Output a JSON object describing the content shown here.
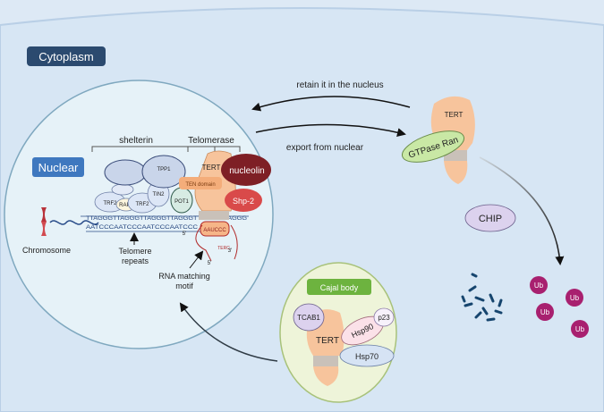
{
  "cytoplasm_label": "Cytoplasm",
  "nuclear_label": "Nuclear",
  "arrows": {
    "retain": "retain it in the nucleus",
    "export": "export from nuclear"
  },
  "shelterin": {
    "title": "shelterin",
    "trf2_left": "TRF2",
    "rap1": "RAP1",
    "trf2_right": "TRF2",
    "tin2": "TIN2",
    "tpp1": "TPP1",
    "pot1": "POT1"
  },
  "telomerase": {
    "title": "Telomerase",
    "tert": "TERT",
    "ten_domain": "TEN domain",
    "terc": "TERC",
    "rna_seq": "AAUCCC",
    "end5": "5'",
    "end3": "3'",
    "end5_left": "5'"
  },
  "dna": {
    "top_strand": "TTAGGGTTAGGGTTAGGGTTAGGGTTAGGGTTAGGG",
    "bottom_strand": "AATCCCAATCCCAATCCCAATCCC"
  },
  "labels": {
    "chromosome": "Chromosome",
    "telomere_repeats_1": "Telomere",
    "telomere_repeats_2": "repeats",
    "rna_matching_1": "RNA matching",
    "rna_matching_2": "motif"
  },
  "proteins": {
    "nucleolin": "nucleolin",
    "shp2": "Shp-2",
    "gtpase": "GTPase Ran",
    "tert_cyto": "TERT",
    "chip": "CHIP",
    "ub": "Ub"
  },
  "cajal": {
    "title": "Cajal body",
    "tcab1": "TCAB1",
    "tert": "TERT",
    "hsp90": "Hsp90",
    "p23": "p23",
    "hsp70": "Hsp70"
  },
  "colors": {
    "background": "#dde9f5",
    "nucleus_fill": "#e6f2f8",
    "tert_fill": "#f7c49c",
    "cytoplasm_tag": "#2b4a6f",
    "nuclear_tag": "#3f78bf",
    "nucleolin": "#7e1f25",
    "shp2": "#d94a4a",
    "gtpase_fill": "#c9e8a5",
    "chip_fill": "#dcd2ee",
    "ub": "#a8206f",
    "cajal_fill": "#eef4d9",
    "cajal_tag": "#6db33f"
  }
}
